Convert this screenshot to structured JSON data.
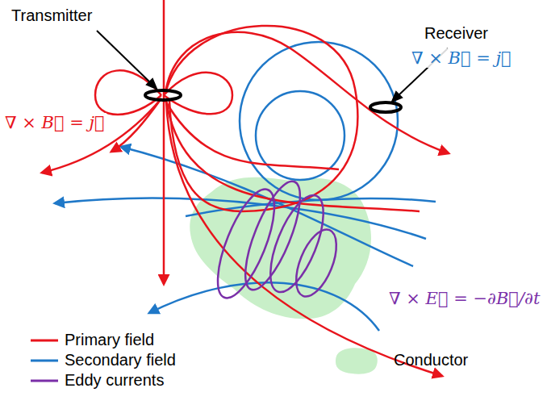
{
  "diagram": {
    "labels": [
      "Transmitter",
      "Receiver",
      "∇ × B⃗ = j⃗",
      "∇ × B⃗ = j⃗",
      "∇ × E⃗ = −∂B⃗/∂t"
    ],
    "legend": [
      {
        "text": "Primary field"
      },
      {
        "text": "Secondary field"
      },
      {
        "text": "Eddy currents"
      },
      {
        "text": "Conductor",
        "color": "#c8efc8"
      }
    ]
  }
}
